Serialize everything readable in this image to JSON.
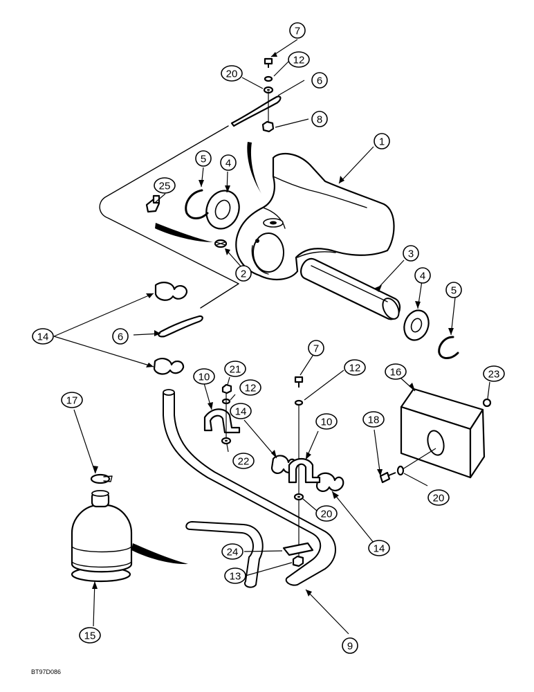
{
  "diagram": {
    "drawing_code": "BT97D086",
    "callouts": [
      {
        "id": "c7a",
        "label": "7"
      },
      {
        "id": "c12a",
        "label": "12"
      },
      {
        "id": "c20a",
        "label": "20"
      },
      {
        "id": "c6a",
        "label": "6"
      },
      {
        "id": "c8",
        "label": "8"
      },
      {
        "id": "c1",
        "label": "1"
      },
      {
        "id": "c5a",
        "label": "5"
      },
      {
        "id": "c4a",
        "label": "4"
      },
      {
        "id": "c25",
        "label": "25"
      },
      {
        "id": "c2",
        "label": "2"
      },
      {
        "id": "c3",
        "label": "3"
      },
      {
        "id": "c4b",
        "label": "4"
      },
      {
        "id": "c5b",
        "label": "5"
      },
      {
        "id": "c14a",
        "label": "14"
      },
      {
        "id": "c6b",
        "label": "6"
      },
      {
        "id": "c7b",
        "label": "7"
      },
      {
        "id": "c12b",
        "label": "12"
      },
      {
        "id": "c16",
        "label": "16"
      },
      {
        "id": "c23",
        "label": "23"
      },
      {
        "id": "c21",
        "label": "21"
      },
      {
        "id": "c10a",
        "label": "10"
      },
      {
        "id": "c12c",
        "label": "12"
      },
      {
        "id": "c17",
        "label": "17"
      },
      {
        "id": "c14b",
        "label": "14"
      },
      {
        "id": "c10b",
        "label": "10"
      },
      {
        "id": "c18",
        "label": "18"
      },
      {
        "id": "c22",
        "label": "22"
      },
      {
        "id": "c20b",
        "label": "20"
      },
      {
        "id": "c20c",
        "label": "20"
      },
      {
        "id": "c24",
        "label": "24"
      },
      {
        "id": "c14c",
        "label": "14"
      },
      {
        "id": "c13",
        "label": "13"
      },
      {
        "id": "c15",
        "label": "15"
      },
      {
        "id": "c9",
        "label": "9"
      }
    ]
  }
}
